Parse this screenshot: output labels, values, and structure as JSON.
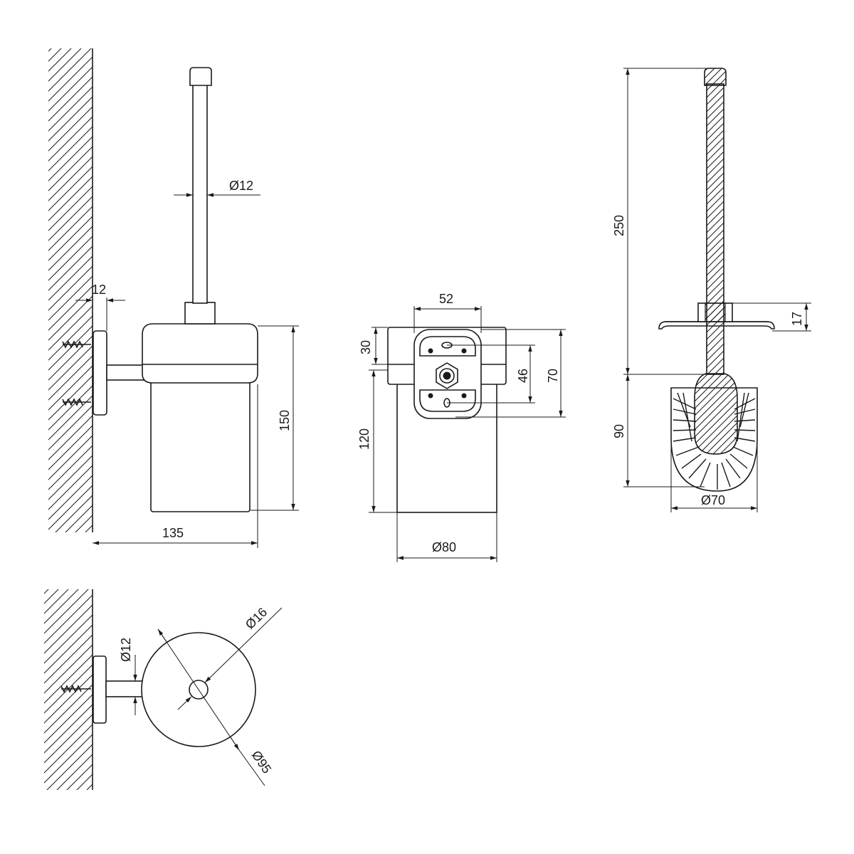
{
  "dimensions": {
    "side_view": {
      "rod_diameter": "Ø12",
      "wall_offset": "12",
      "total_height": "150",
      "total_depth": "135"
    },
    "front_view": {
      "plate_width": "52",
      "top_band": "30",
      "bracket_inner": "46",
      "bracket_outer": "70",
      "glass_height": "120",
      "glass_diameter": "Ø80"
    },
    "brush_view": {
      "handle_length": "250",
      "lid_height": "17",
      "brush_height": "90",
      "brush_diameter": "Ø70"
    },
    "top_view": {
      "rod_diameter": "Ø12",
      "hole_diameter": "Ø16",
      "disc_diameter": "Ø95"
    }
  },
  "colors": {
    "line": "#1a1a1a",
    "background": "#ffffff"
  }
}
